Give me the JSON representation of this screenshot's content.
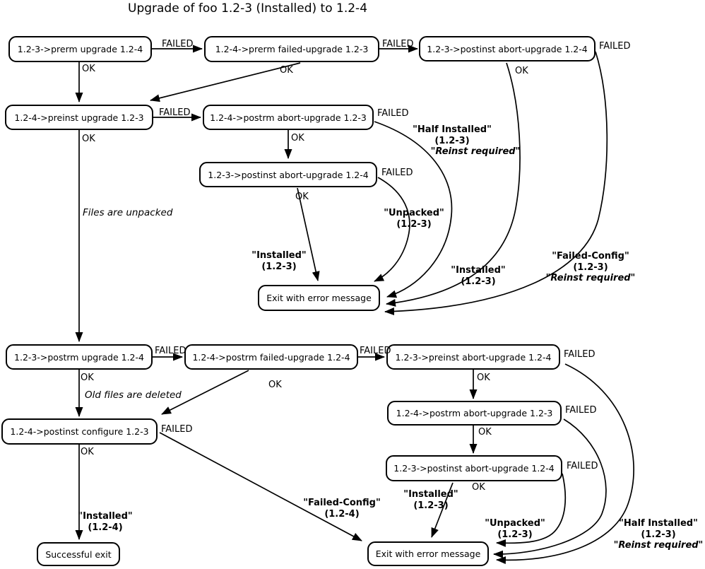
{
  "title": "Upgrade of foo 1.2-3 (Installed) to 1.2-4",
  "edge_labels": {
    "ok": "OK",
    "failed": "FAILED"
  },
  "nodes": {
    "prerm_upgrade": {
      "label": "1.2-3->prerm upgrade 1.2-4"
    },
    "prerm_failed_upgrade": {
      "label": "1.2-4->prerm failed-upgrade 1.2-3"
    },
    "postinst_abort_top": {
      "label": "1.2-3->postinst abort-upgrade 1.2-4"
    },
    "preinst_upgrade": {
      "label": "1.2-4->preinst upgrade 1.2-3"
    },
    "postrm_abort_top": {
      "label": "1.2-4->postrm abort-upgrade 1.2-3"
    },
    "postinst_abort_mid": {
      "label": "1.2-3->postinst abort-upgrade 1.2-4"
    },
    "exit_error_top": {
      "label": "Exit with error message"
    },
    "postrm_upgrade": {
      "label": "1.2-3->postrm upgrade 1.2-4"
    },
    "postrm_failed_upgrade": {
      "label": "1.2-4->postrm failed-upgrade 1.2-4"
    },
    "preinst_abort": {
      "label": "1.2-3->preinst abort-upgrade 1.2-4"
    },
    "postrm_abort_bottom": {
      "label": "1.2-4->postrm abort-upgrade 1.2-3"
    },
    "postinst_abort_bottom": {
      "label": "1.2-3->postinst abort-upgrade 1.2-4"
    },
    "postinst_configure": {
      "label": "1.2-4->postinst configure 1.2-3"
    },
    "successful_exit": {
      "label": "Successful exit"
    },
    "exit_error_bottom": {
      "label": "Exit with error message"
    }
  },
  "notes": {
    "files_unpacked": "Files are unpacked",
    "old_files_deleted": "Old files are deleted"
  },
  "annotations": {
    "half_installed_top": {
      "l1": "\"Half Installed\"",
      "l2": "(1.2-3)",
      "l3": "\"Reinst required\""
    },
    "unpacked_top": {
      "l1": "\"Unpacked\"",
      "l2": "(1.2-3)"
    },
    "installed_top_left": {
      "l1": "\"Installed\"",
      "l2": "(1.2-3)"
    },
    "installed_top_right": {
      "l1": "\"Installed\"",
      "l2": "(1.2-3)"
    },
    "failed_config_top": {
      "l1": "\"Failed-Config\"",
      "l2": "(1.2-3)",
      "l3": "\"Reinst required\""
    },
    "installed_bottom_left": {
      "l1": "\"Installed\"",
      "l2": "(1.2-4)"
    },
    "failed_config_bottom": {
      "l1": "\"Failed-Config\"",
      "l2": "(1.2-4)"
    },
    "installed_bottom_mid": {
      "l1": "\"Installed\"",
      "l2": "(1.2-3)"
    },
    "unpacked_bottom": {
      "l1": "\"Unpacked\"",
      "l2": "(1.2-3)"
    },
    "half_installed_bottom": {
      "l1": "\"Half Installed\"",
      "l2": "(1.2-3)",
      "l3": "\"Reinst required\""
    }
  },
  "colors": {
    "line": "#000000",
    "background": "#ffffff"
  }
}
